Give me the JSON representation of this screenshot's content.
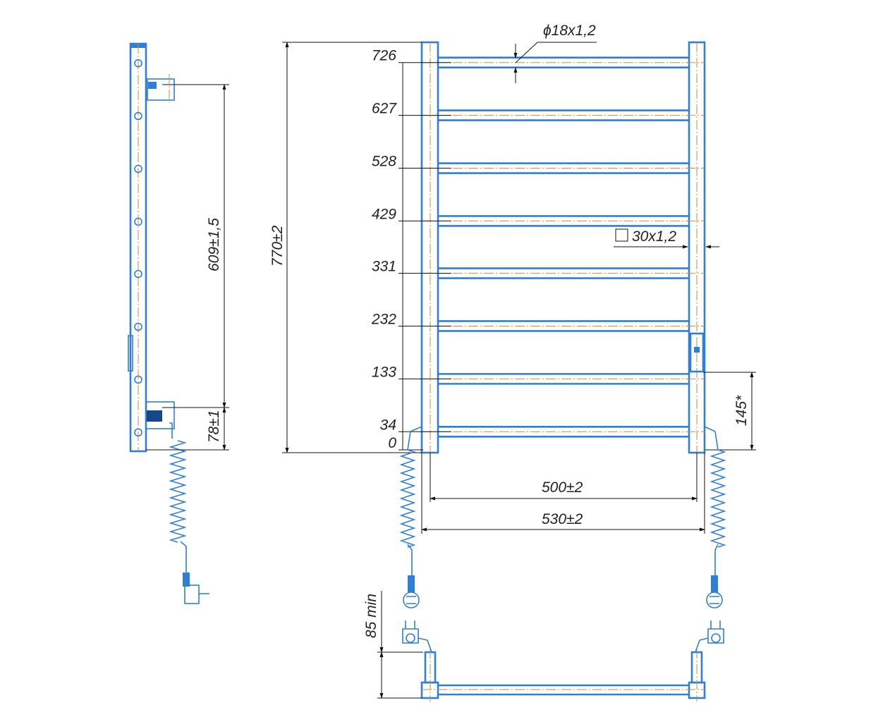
{
  "drawing": {
    "colors": {
      "outline": "#2f7fd6",
      "centerline": "#d08a3c",
      "dimension": "#111111"
    },
    "rail_heights": [
      {
        "value": 726,
        "label": "726"
      },
      {
        "value": 627,
        "label": "627"
      },
      {
        "value": 528,
        "label": "528"
      },
      {
        "value": 429,
        "label": "429"
      },
      {
        "value": 331,
        "label": "331"
      },
      {
        "value": 232,
        "label": "232"
      },
      {
        "value": 133,
        "label": "133"
      },
      {
        "value": 34,
        "label": "34"
      },
      {
        "value": 0,
        "label": "0"
      }
    ],
    "dimensions": {
      "tube": "ϕ18x1,2",
      "post_profile": "30x1,2",
      "total_height": "770±2",
      "mount_spacing": "609±1,5",
      "bottom_mount": "78±1",
      "inner_width": "500±2",
      "outer_width": "530±2",
      "heater_height": "145*",
      "plug_clearance": "85 min"
    }
  }
}
